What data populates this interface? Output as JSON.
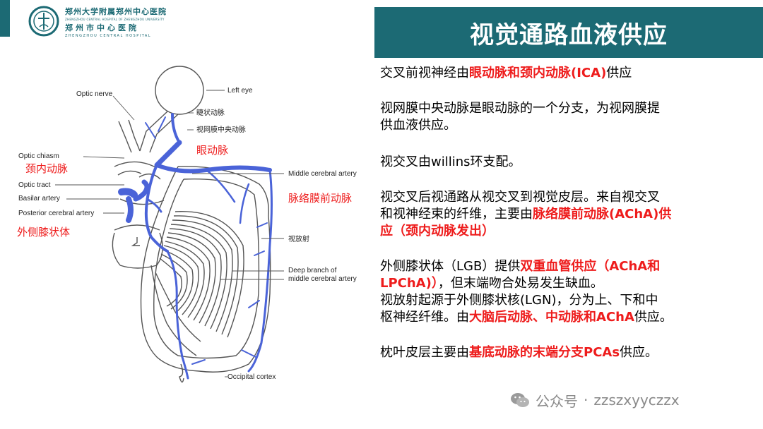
{
  "colors": {
    "accent": "#1c6a74",
    "highlight": "#ee1c1c",
    "artery": "#4a63d8",
    "artery_light": "#8c9ef0",
    "line_art": "#555555"
  },
  "header": {
    "hospital_name_cn_line1": "郑州大学附属郑州中心医院",
    "hospital_name_en_line1": "ZHENGZHOU CENTRAL HOSPITAL OF ZHENGZHOU UNIVERSITY",
    "hospital_name_cn_line2": "郑州市中心医院",
    "hospital_name_en_line2": "ZHENGZHOU CENTRAL HOSPITAL",
    "logo_icon": "hospital-logo-icon"
  },
  "title": "视觉通路血液供应",
  "diagram": {
    "labels_en": {
      "optic_nerve": "Optic nerve",
      "left_eye": "Left eye",
      "optic_chiasm": "Optic chiasm",
      "optic_tract": "Optic tract",
      "basilar_artery": "Basilar artery",
      "posterior_cerebral_artery": "Posterior cerebral artery",
      "middle_cerebral_artery": "Middle cerebral artery",
      "deep_branch_line1": "Deep branch of",
      "deep_branch_line2": "middle cerebral artery",
      "occipital_cortex": "Occipital cortex"
    },
    "labels_cn": {
      "ciliary_artery": "睫状动脉",
      "central_retinal_artery": "视网膜中央动脉",
      "ophthalmic_artery": "眼动脉",
      "internal_carotid_artery": "颈内动脉",
      "anterior_choroidal_artery": "脉络膜前动脉",
      "lateral_geniculate_body": "外侧膝状体",
      "optic_radiation": "视放射"
    }
  },
  "content": {
    "p1": {
      "t1": "交叉前视神经由",
      "h1": "眼动脉和颈内动脉(ICA)",
      "t2": "供应"
    },
    "p2": {
      "t1": "视网膜中央动脉是眼动脉的一个分支，为视网膜提",
      "t2": "供血液供应。"
    },
    "p3": {
      "t1": "视交叉由willins环支配。"
    },
    "p4": {
      "t1": "视交叉后视通路从视交叉到视觉皮层。来自视交叉",
      "t2": "和视神经束的纤维，主要由",
      "h1": "脉络膜前动脉(AChA)供",
      "h2": "应（颈内动脉发出）"
    },
    "p5": {
      "t1": "外侧膝状体（LGB）提供",
      "h1": "双重血管供应（AChA和",
      "h2": "LPChA)）",
      "t2": "，但末端吻合处易发生缺血。",
      "t3": "视放射起源于外侧膝状核(LGN)，分为上、下和中",
      "t4": "枢神经纤维。由",
      "h3": "大脑后动脉、中动脉和AChA",
      "t5": "供应。"
    },
    "p6": {
      "t1": "枕叶皮层主要由",
      "h1": "基底动脉的末端分支PCAs",
      "t2": "供应。"
    }
  },
  "watermark": {
    "icon": "wechat-icon",
    "label": "公众号",
    "dot": "·",
    "account": "zzszxyyczzx"
  }
}
